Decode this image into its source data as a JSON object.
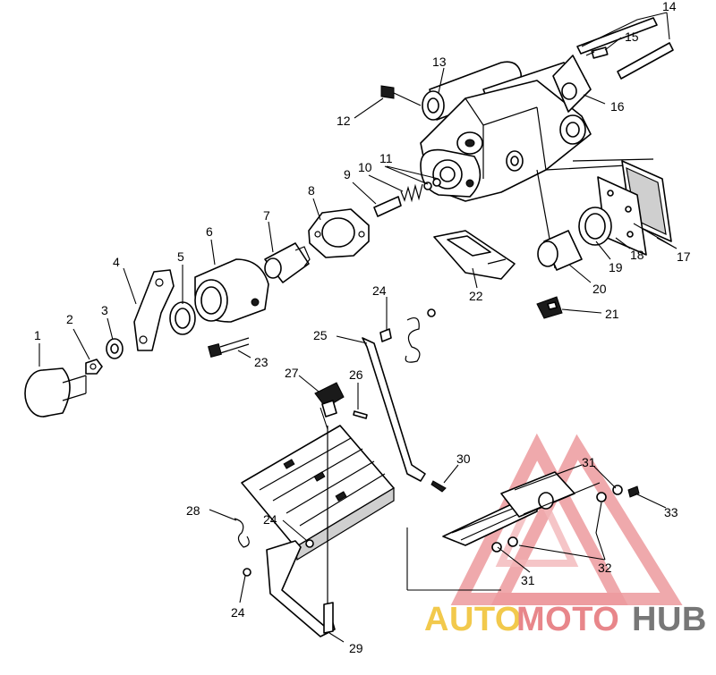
{
  "callouts": {
    "c1": "1",
    "c2": "2",
    "c3": "3",
    "c4": "4",
    "c5": "5",
    "c6": "6",
    "c7": "7",
    "c8": "8",
    "c9": "9",
    "c10": "10",
    "c11": "11",
    "c12": "12",
    "c13": "13",
    "c14": "14",
    "c15": "15",
    "c16": "16",
    "c17": "17",
    "c18": "18",
    "c19": "19",
    "c20": "20",
    "c21": "21",
    "c22": "22",
    "c23": "23",
    "c24a": "24",
    "c24b": "24",
    "c24c": "24",
    "c25": "25",
    "c26": "26",
    "c27": "27",
    "c28": "28",
    "c29": "29",
    "c30": "30",
    "c31a": "31",
    "c31b": "31",
    "c32": "32",
    "c33": "33"
  },
  "watermark": {
    "part1": "AUTO",
    "part2": "MOTO",
    "part3": "HUB",
    "color_gold": "#f2c94c",
    "color_red": "#e8868a",
    "color_gray": "#777777"
  }
}
